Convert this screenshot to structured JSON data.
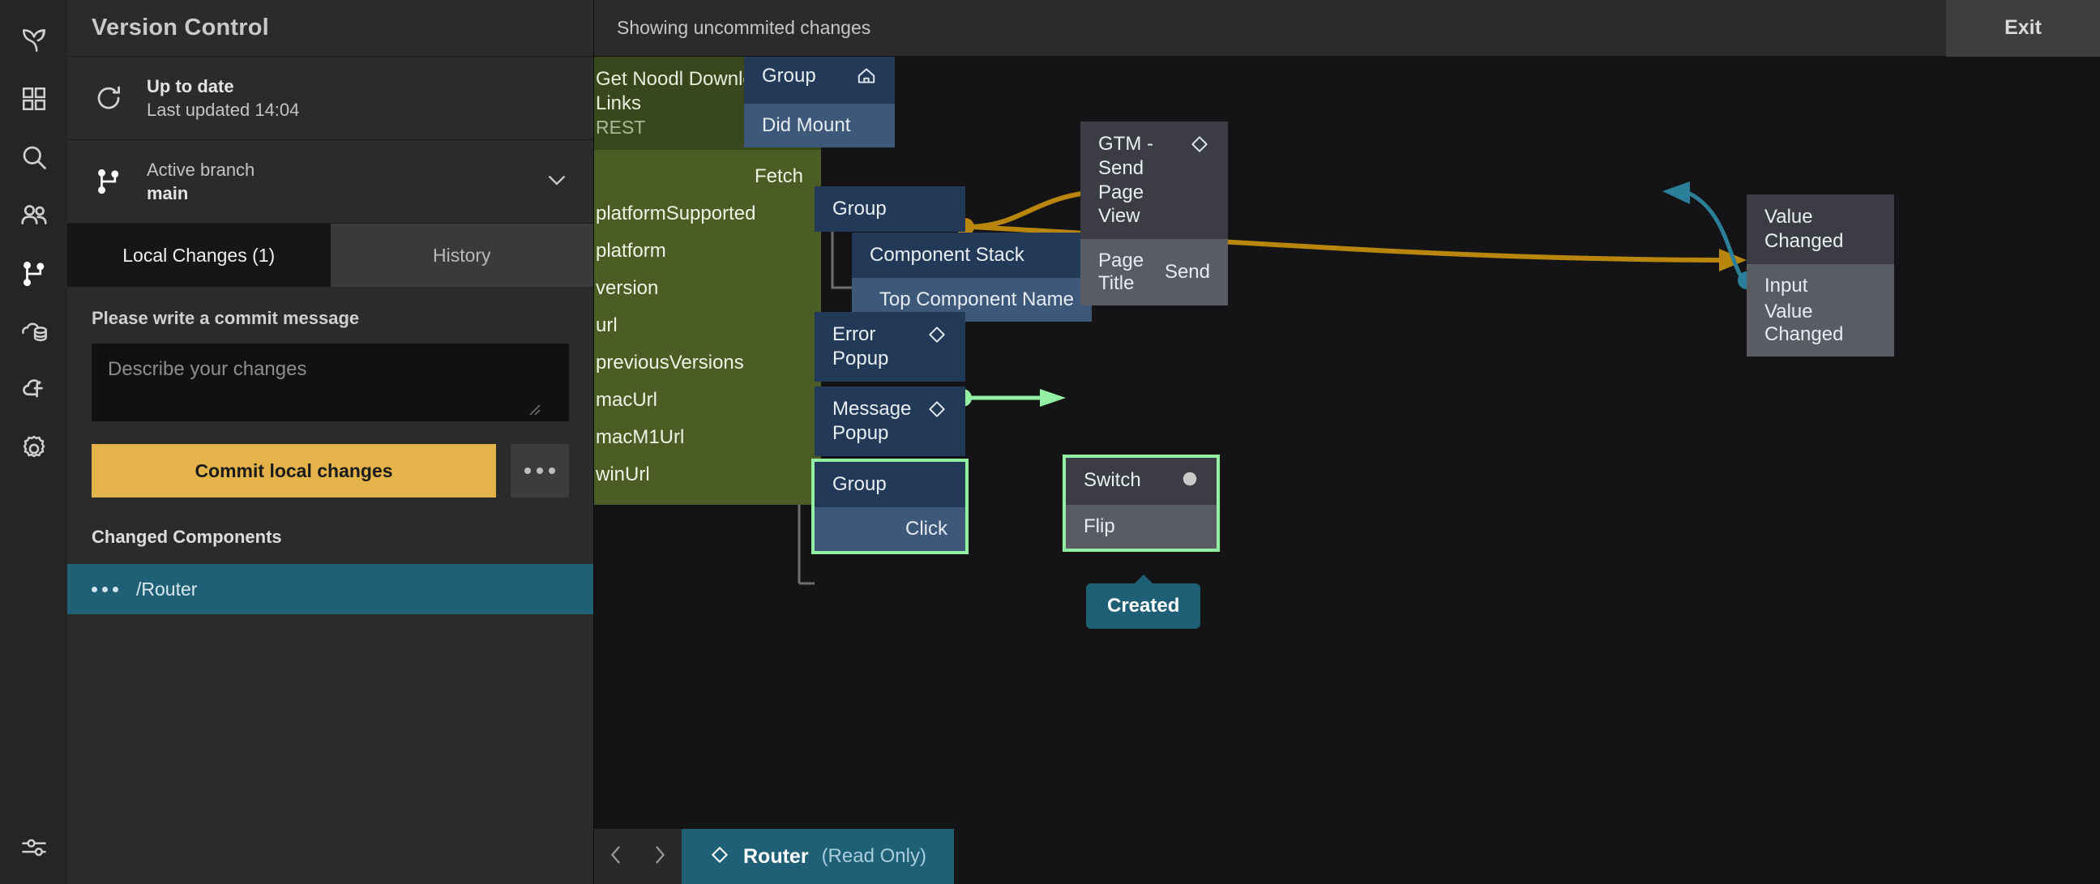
{
  "rail": {
    "items": [
      {
        "name": "noodl-logo-icon",
        "label": "Noodl"
      },
      {
        "name": "components-grid-icon",
        "label": "Components"
      },
      {
        "name": "search-icon",
        "label": "Search"
      },
      {
        "name": "collaborators-icon",
        "label": "Collaborators"
      },
      {
        "name": "version-control-branch-icon",
        "label": "Version Control"
      },
      {
        "name": "cloud-services-icon",
        "label": "Cloud Services"
      },
      {
        "name": "cloud-functions-icon",
        "label": "Cloud Functions"
      },
      {
        "name": "gear-icon",
        "label": "Settings"
      }
    ],
    "bottom": {
      "name": "sliders-icon",
      "label": "Editor Settings"
    }
  },
  "version_control": {
    "title": "Version Control",
    "status": {
      "icon": "refresh-icon",
      "heading": "Up to date",
      "sub": "Last updated 14:04"
    },
    "branch": {
      "icon": "branch-icon",
      "label": "Active branch",
      "value": "main",
      "chevron": "chevron-down-icon"
    },
    "tabs": [
      {
        "label": "Local Changes (1)",
        "active": true
      },
      {
        "label": "History",
        "active": false
      }
    ],
    "commit": {
      "label": "Please write a commit message",
      "placeholder": "Describe your changes",
      "value": "",
      "button": "Commit local changes",
      "more": "more-options-icon"
    },
    "changed": {
      "header": "Changed Components",
      "items": [
        {
          "label": "/Router",
          "selected": true
        }
      ]
    }
  },
  "topbar": {
    "message": "Showing uncommited changes",
    "exit": "Exit"
  },
  "canvas": {
    "rest_node": {
      "title": "Get Noodl Download Links",
      "subtitle": "REST",
      "out_ports": [
        "Fetch"
      ],
      "in_ports": [
        "platformSupported",
        "platform",
        "version",
        "url",
        "previousVersions",
        "macUrl",
        "macM1Url",
        "winUrl"
      ]
    },
    "nodes": [
      {
        "id": "group-root",
        "title": "Group",
        "glyph": "home-icon",
        "ports": [
          {
            "label": "Did Mount",
            "side": "left"
          }
        ]
      },
      {
        "id": "group-child",
        "title": "Group",
        "glyph": "",
        "ports": []
      },
      {
        "id": "component-stack",
        "title": "Component Stack",
        "glyph": "",
        "ports": [
          {
            "label": "Top Component Name",
            "side": "right"
          }
        ]
      },
      {
        "id": "error-popup",
        "title": "Error Popup",
        "glyph": "diamond-icon",
        "ports": []
      },
      {
        "id": "message-popup",
        "title": "Message Popup",
        "glyph": "diamond-icon",
        "ports": []
      },
      {
        "id": "group-click",
        "title": "Group",
        "glyph": "",
        "selected": true,
        "ports": [
          {
            "label": "Click",
            "side": "right"
          }
        ]
      },
      {
        "id": "gtm",
        "title": "GTM - Send Page View",
        "glyph": "diamond-icon",
        "gray": true,
        "ports": [
          {
            "label": "Page Title",
            "side": "left"
          },
          {
            "label": "Send",
            "side": "right"
          }
        ]
      },
      {
        "id": "value-changed",
        "title": "Value Changed",
        "glyph": "",
        "gray": true,
        "ports": [
          {
            "label": "Input",
            "side": "left"
          },
          {
            "label": "Value Changed",
            "side": "left"
          }
        ]
      },
      {
        "id": "switch",
        "title": "Switch",
        "glyph": "circle-icon",
        "gray": true,
        "selected": true,
        "ports": [
          {
            "label": "Flip",
            "side": "left"
          }
        ]
      }
    ],
    "badge": "Created",
    "colors": {
      "signal_wire": "#2b7f99",
      "data_wire": "#b8860b",
      "selection": "#93efa2",
      "node_header": "#223a57",
      "node_body": "#3e587a",
      "rest_header": "#39481c",
      "rest_body": "#4c5c25",
      "accent": "#e4b34a",
      "crumb": "#1f6077"
    }
  },
  "bottombar": {
    "prev": "chevron-left-icon",
    "next": "chevron-right-icon",
    "breadcrumb": {
      "glyph": "diamond-icon",
      "title": "Router",
      "readonly": "(Read Only)"
    }
  }
}
